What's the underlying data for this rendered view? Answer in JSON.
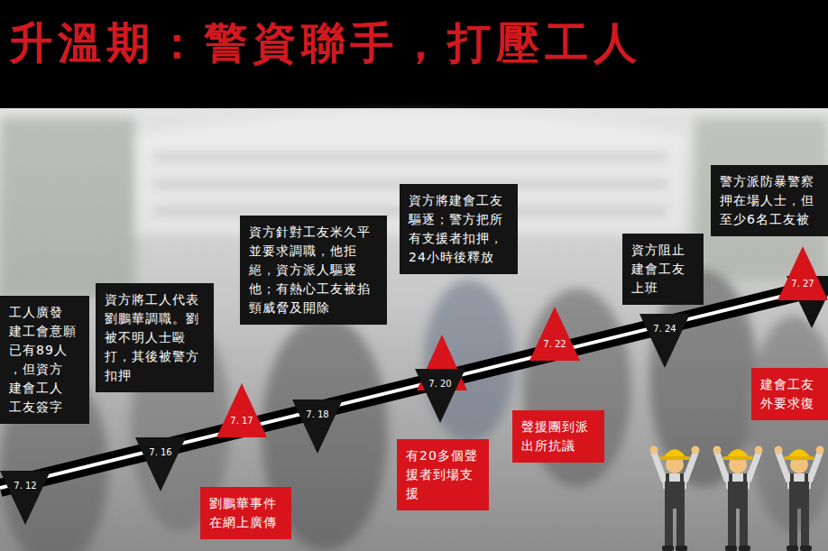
{
  "diagram": {
    "title": "升溫期：警資聯手，打壓工人",
    "nodes": [
      {
        "text": [
          "工人廣發 建工會意願 已有89人 ，但資方 建會工人 工友簽字"
        ]
      },
      {
        "text": [
          "7. 12"
        ]
      },
      {
        "text": [
          "資方將工人代表劉鵬華調職。劉被不明人士毆打，其後被警方扣押"
        ]
      },
      {
        "text": [
          "7. 16"
        ]
      },
      {
        "text": [
          "7. 17"
        ]
      },
      {
        "text": [
          "劉鵬華事件在網上廣傳"
        ]
      },
      {
        "text": [
          "資方針對工友米久平並要求調職，他拒絕，資方派人驅逐他；有熱心工友被掐頸威脅及開除"
        ]
      },
      {
        "text": [
          "7. 18"
        ]
      },
      {
        "text": [
          "資方將建會工友驅逐；警方把所有支援者扣押，24小時後釋放"
        ]
      },
      {
        "text": [
          "7. 20"
        ]
      },
      {
        "text": [
          "有20多個聲援者到場支援"
        ]
      },
      {
        "text": [
          "7. 22"
        ]
      },
      {
        "text": [
          "聲援團到派出所抗議"
        ]
      },
      {
        "text": [
          "資方阻止建會工友上班"
        ]
      },
      {
        "text": [
          "7. 24"
        ]
      },
      {
        "text": [
          "警方派防暴警察 押在場人士，但 至少6名工友被"
        ]
      },
      {
        "text": [
          "7. 27"
        ]
      },
      {
        "text": [
          "建會工友 外要求復"
        ]
      }
    ]
  }
}
